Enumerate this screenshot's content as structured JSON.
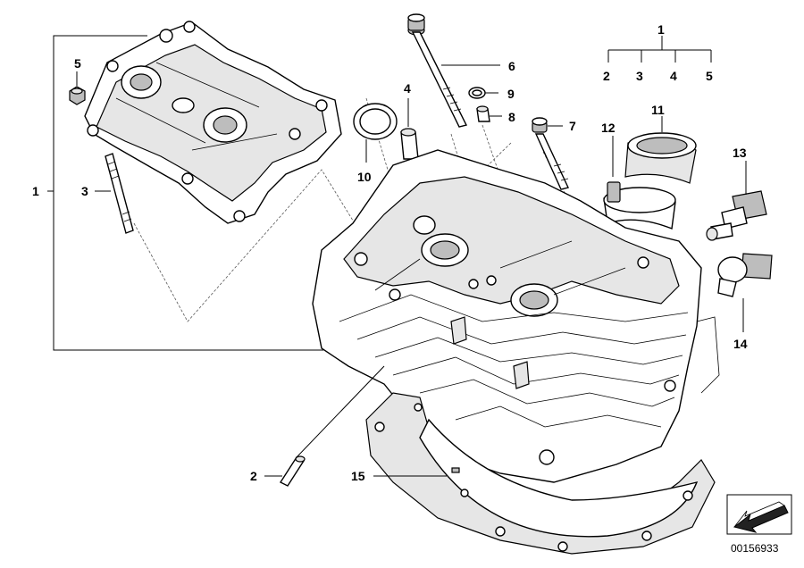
{
  "callouts": {
    "c1_top": "1",
    "c1_left": "1",
    "c2": "2",
    "c2_tree": "2",
    "c3": "3",
    "c3_tree": "3",
    "c4": "4",
    "c4_tree": "4",
    "c5": "5",
    "c5_tree": "5",
    "c6": "6",
    "c7": "7",
    "c8": "8",
    "c9": "9",
    "c10": "10",
    "c11": "11",
    "c12": "12",
    "c13": "13",
    "c14": "14",
    "c15": "15"
  },
  "reference_number": "00156933",
  "icons": {
    "orientation": "arrow-orientation-icon"
  }
}
